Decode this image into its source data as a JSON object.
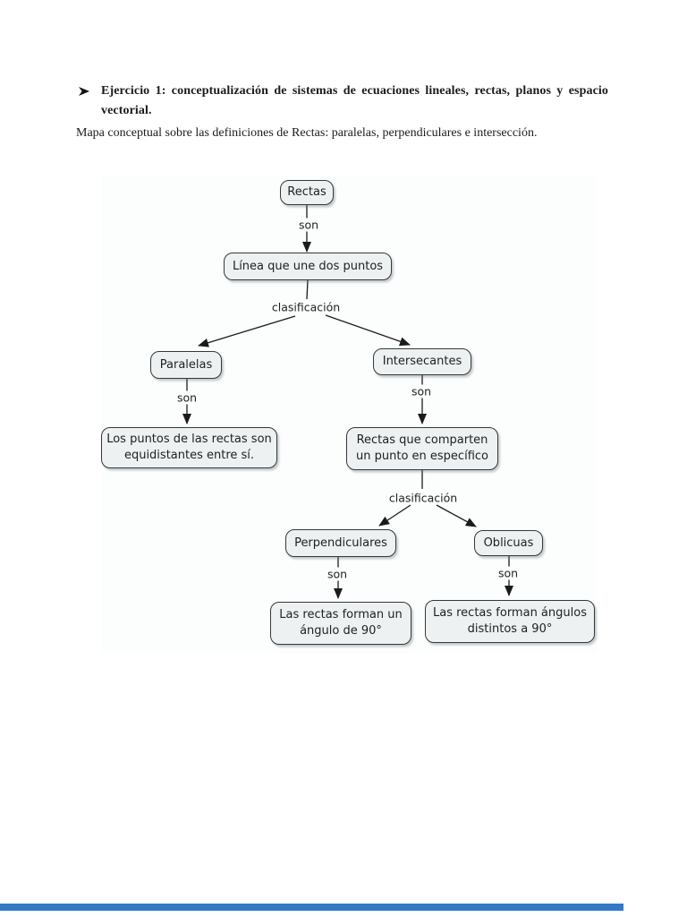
{
  "document": {
    "heading_text": "Ejercicio 1: conceptualización de sistemas de ecuaciones lineales, rectas, planos y espacio vectorial.",
    "intro_text": "Mapa conceptual sobre las definiciones de Rectas: paralelas, perpendiculares e intersección."
  },
  "concept_map": {
    "nodes": {
      "rectas": "Rectas",
      "linea": "Línea que une dos puntos",
      "paralelas": "Paralelas",
      "intersecantes": "Intersecantes",
      "equidistantes": "Los puntos de las rectas son equidistantes entre sí.",
      "comparten": "Rectas que comparten un punto en específico",
      "perpendiculares": "Perpendiculares",
      "oblicuas": "Oblicuas",
      "angulo90": "Las rectas forman un ángulo de 90°",
      "distintos90": "Las rectas forman ángulos distintos a 90°"
    },
    "link_labels": {
      "son_rectas": "son",
      "clasificacion_1": "clasificación",
      "son_paralelas": "son",
      "son_intersecantes": "son",
      "clasificacion_2": "clasificación",
      "son_perpendiculares": "son",
      "son_oblicuas": "son"
    },
    "edges": [
      {
        "from": "Rectas",
        "label": "son",
        "to": "Línea que une dos puntos"
      },
      {
        "from": "Línea que une dos puntos",
        "label": "clasificación",
        "to": "Paralelas"
      },
      {
        "from": "Línea que une dos puntos",
        "label": "clasificación",
        "to": "Intersecantes"
      },
      {
        "from": "Paralelas",
        "label": "son",
        "to": "Los puntos de las rectas son equidistantes entre sí."
      },
      {
        "from": "Intersecantes",
        "label": "son",
        "to": "Rectas que comparten un punto en específico"
      },
      {
        "from": "Rectas que comparten un punto en específico",
        "label": "clasificación",
        "to": "Perpendiculares"
      },
      {
        "from": "Rectas que comparten un punto en específico",
        "label": "clasificación",
        "to": "Oblicuas"
      },
      {
        "from": "Perpendiculares",
        "label": "son",
        "to": "Las rectas forman un ángulo de 90°"
      },
      {
        "from": "Oblicuas",
        "label": "son",
        "to": "Las rectas forman ángulos distintos a 90°"
      }
    ],
    "colors": {
      "node_fill": "#edf1f1",
      "node_border": "#33393b",
      "connector_line": "#1b1b1b",
      "map_background": "#fcfdfd"
    }
  },
  "footer": {
    "bar_color": "#3478c8"
  }
}
